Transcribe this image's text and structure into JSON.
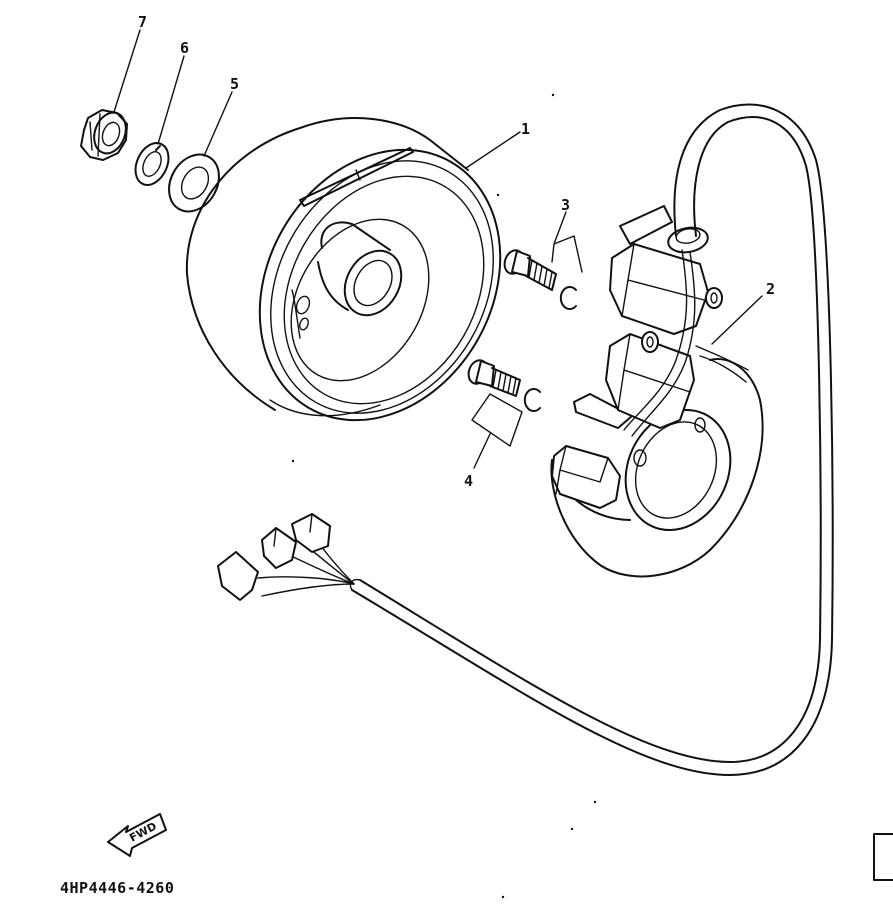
{
  "callouts": {
    "part_1": "1",
    "part_2": "2",
    "part_3": "3",
    "part_4": "4",
    "part_5": "5",
    "part_6": "6",
    "part_7": "7"
  },
  "direction_arrow": {
    "label": "FWD",
    "icon": "fwd-arrow-icon"
  },
  "diagram_code": "4HP4446-4260",
  "colors": {
    "line": "#111111",
    "background": "#ffffff"
  }
}
